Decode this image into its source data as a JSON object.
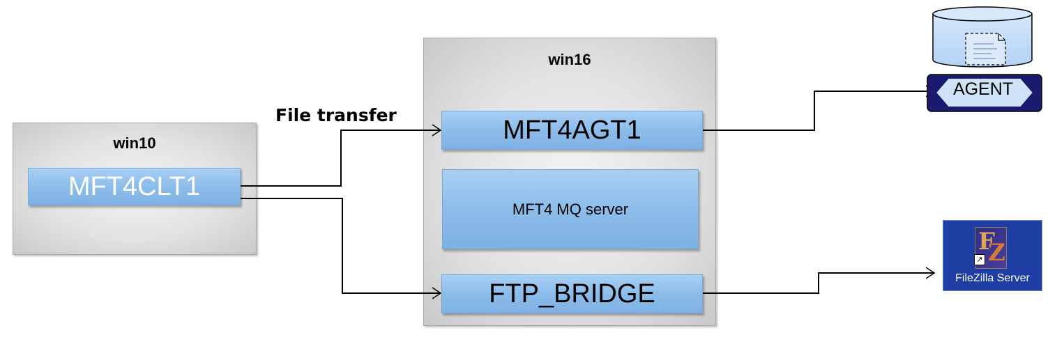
{
  "hosts": {
    "win10": {
      "title": "win10"
    },
    "win16": {
      "title": "win16"
    }
  },
  "components": {
    "client": "MFT4CLT1",
    "agent": "MFT4AGT1",
    "mq_server": "MFT4 MQ server",
    "bridge": "FTP_BRIDGE"
  },
  "labels": {
    "file_transfer": "File transfer"
  },
  "external": {
    "agent_symbol": "AGENT",
    "filezilla_caption": "FileZilla Server"
  },
  "icons": {
    "database": "database-icon",
    "document": "document-icon",
    "filezilla": "filezilla-server-icon"
  },
  "colors": {
    "component_fill": "#8cbcea",
    "host_fill": "#e2e2e2",
    "agent_dark": "#1a1a6e"
  }
}
